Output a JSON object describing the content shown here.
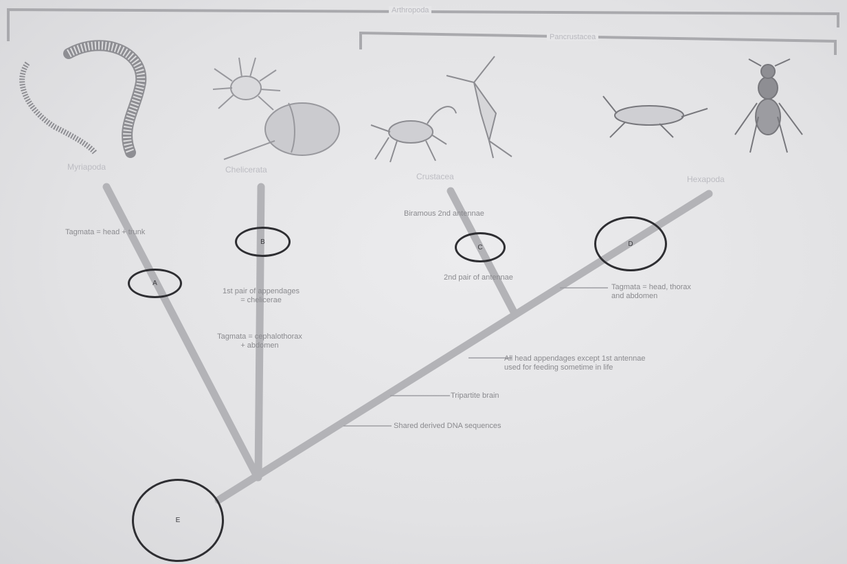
{
  "brackets": {
    "outer": "Arthropoda",
    "inner": "Pancrustacea"
  },
  "taxa": {
    "myriapoda": "Myriapoda",
    "chelicerata": "Chelicerata",
    "crustacea": "Crustacea",
    "hexapoda": "Hexapoda"
  },
  "nodes": {
    "a": "A",
    "b": "B",
    "c": "C",
    "d": "D",
    "e": "E"
  },
  "traits": {
    "myriapoda_tagmata": "Tagmata = head + trunk",
    "first_appendages_l1": "1st pair of appendages",
    "first_appendages_l2": "= chelicerae",
    "chelicerate_tagmata_l1": "Tagmata = cephalothorax",
    "chelicerate_tagmata_l2": "+ abdomen",
    "biramous": "Biramous 2nd antennae",
    "second_antennae": "2nd pair of antennae",
    "hexapod_tagmata_l1": "Tagmata = head, thorax",
    "hexapod_tagmata_l2": "and abdomen",
    "head_appendages_l1": "All head appendages except 1st antennae",
    "head_appendages_l2": "used for feeding sometime in life",
    "tripartite_brain": "Tripartite brain",
    "dna": "Shared derived DNA sequences"
  },
  "colors": {
    "branch": "#b3b3b7",
    "node_outline": "#2e2e32",
    "bracket": "#a9a9ad"
  }
}
